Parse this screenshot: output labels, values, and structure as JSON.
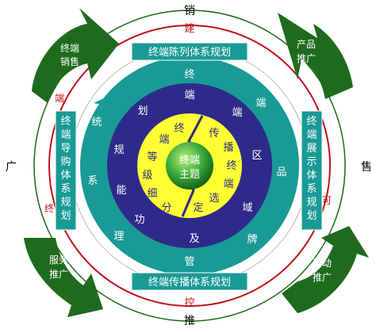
{
  "outer": {
    "top": "销",
    "bottom": "推",
    "left": "广",
    "right": "售"
  },
  "ring_red": {
    "top": "建",
    "bottom": "控",
    "upper_left": "端",
    "lower_left": "终",
    "right": "可"
  },
  "arrows": {
    "top_left": [
      "终端",
      "销售"
    ],
    "top_right": [
      "产品",
      "推广"
    ],
    "bottom_left": [
      "服务",
      "推广"
    ],
    "bottom_right": [
      "活动",
      "推广"
    ]
  },
  "boxes": {
    "top": "终端陈列体系规划",
    "bottom": "终端传播体系规划",
    "left": "终端导购体系规划",
    "right": "终端展示体系规划"
  },
  "teal_ring": {
    "top": "终",
    "upper_right": "端",
    "right": "品",
    "lower_right": "牌",
    "bottom": "管",
    "lower_left": "理",
    "left": "系",
    "upper_left": "统"
  },
  "navy_ring": {
    "top": "端",
    "upper_right": "端",
    "right": "区",
    "lower_right": "域",
    "bottom": "及",
    "lower_left": "功",
    "left": "能",
    "left_upper": "规",
    "upper_left": "划"
  },
  "yellow_left": [
    "终",
    "端",
    "等",
    "级",
    "细",
    "分"
  ],
  "yellow_right": [
    "传",
    "播",
    "终",
    "端",
    "选",
    "定"
  ],
  "center": [
    "终端",
    "主题"
  ],
  "colors": {
    "arrow_green": "#1e6b1e",
    "ring_red": "#c0101a",
    "teal": "#1a9a95",
    "navy": "#2e2a8a",
    "yellow": "#ffff33",
    "box_fill": "#1a9a95",
    "center_green": "#2f9a2f"
  }
}
